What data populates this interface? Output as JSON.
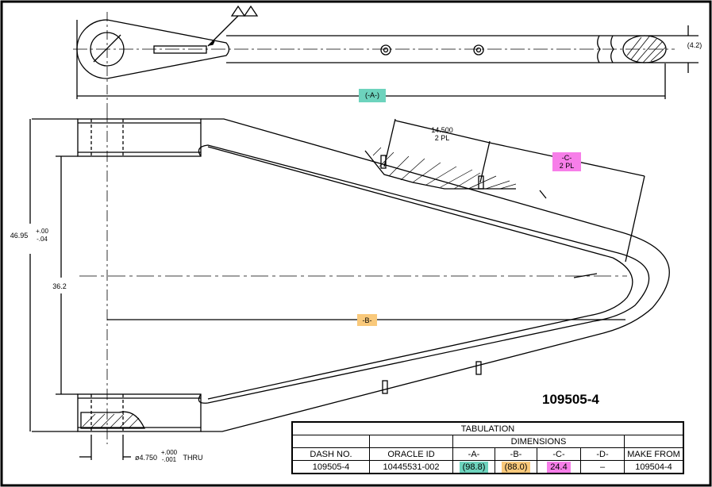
{
  "colors": {
    "teal": "#6dd3bd",
    "orange": "#f9c97b",
    "magenta": "#f77ee9",
    "line": "#000000"
  },
  "top_view": {
    "dim_right": "(4.2)",
    "dim_a_tag": "(-A-)"
  },
  "side_view": {
    "height_dim": "46.95",
    "height_tol_plus": "+.00",
    "height_tol_minus": "-.04",
    "inner_dim": "36.2",
    "spacing_dim": "14.500",
    "spacing_note": "2 PL",
    "dim_c_tag": "-C-",
    "dim_c_note": "2 PL",
    "dim_b_tag": "-B-",
    "hole_dim": "ø4.750",
    "hole_tol_plus": "+.000",
    "hole_tol_minus": "-.001",
    "hole_note": "THRU"
  },
  "part_number": "109505-4",
  "tabulation": {
    "title": "TABULATION",
    "dimensions_header": "DIMENSIONS",
    "columns": [
      "DASH NO.",
      "ORACLE ID",
      "-A-",
      "-B-",
      "-C-",
      "-D-",
      "MAKE FROM"
    ],
    "row": {
      "dash_no": "109505-4",
      "oracle_id": "10445531-002",
      "a": "(98.8)",
      "b": "(88.0)",
      "c": "24.4",
      "d": "–",
      "make_from": "109504-4"
    }
  }
}
